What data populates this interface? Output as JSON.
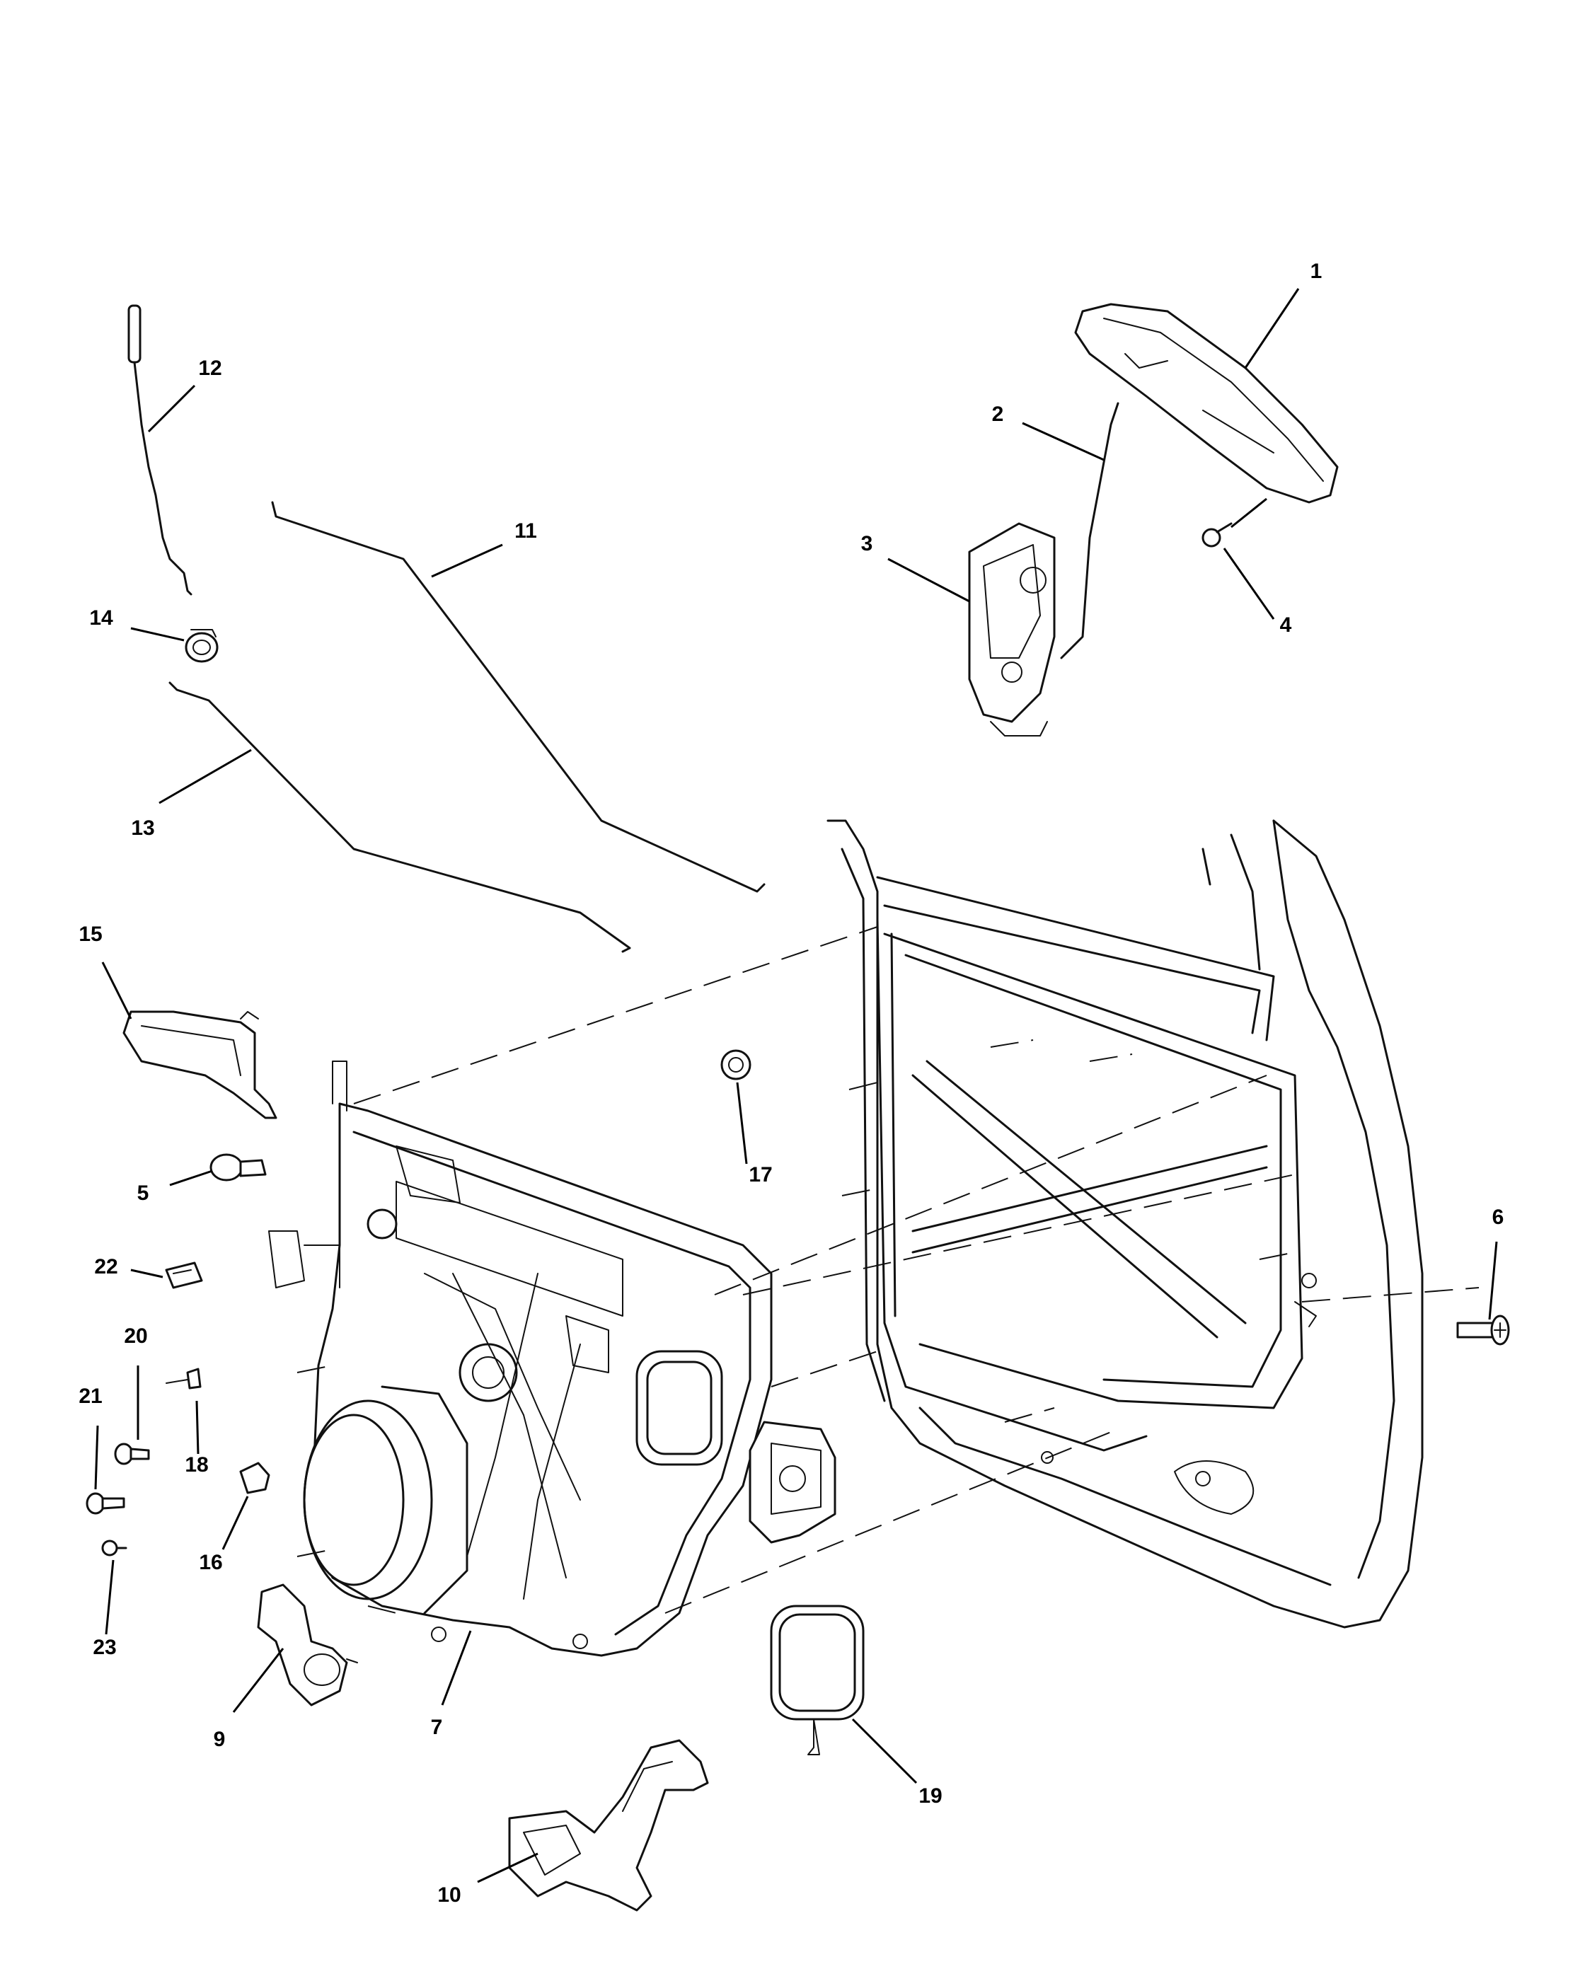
{
  "callouts": [
    {
      "id": "1",
      "label": "1"
    },
    {
      "id": "2",
      "label": "2"
    },
    {
      "id": "3",
      "label": "3"
    },
    {
      "id": "4",
      "label": "4"
    },
    {
      "id": "5",
      "label": "5"
    },
    {
      "id": "6",
      "label": "6"
    },
    {
      "id": "7",
      "label": "7"
    },
    {
      "id": "9",
      "label": "9"
    },
    {
      "id": "10",
      "label": "10"
    },
    {
      "id": "11",
      "label": "11"
    },
    {
      "id": "12",
      "label": "12"
    },
    {
      "id": "13",
      "label": "13"
    },
    {
      "id": "14",
      "label": "14"
    },
    {
      "id": "15",
      "label": "15"
    },
    {
      "id": "16",
      "label": "16"
    },
    {
      "id": "17",
      "label": "17"
    },
    {
      "id": "18",
      "label": "18"
    },
    {
      "id": "19",
      "label": "19"
    },
    {
      "id": "20",
      "label": "20"
    },
    {
      "id": "21",
      "label": "21"
    },
    {
      "id": "22",
      "label": "22"
    },
    {
      "id": "23",
      "label": "23"
    }
  ]
}
